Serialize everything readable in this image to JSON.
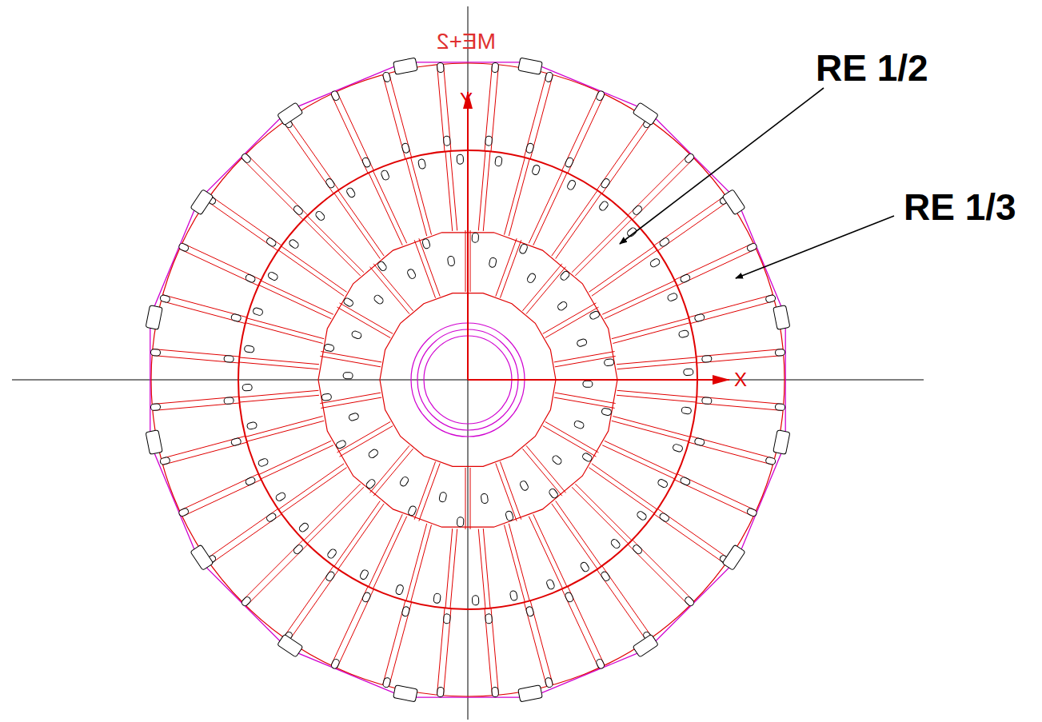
{
  "diagram": {
    "labels": [
      "ME+2",
      "Y",
      "X",
      "RE 1/2",
      "RE 1/3"
    ]
  }
}
